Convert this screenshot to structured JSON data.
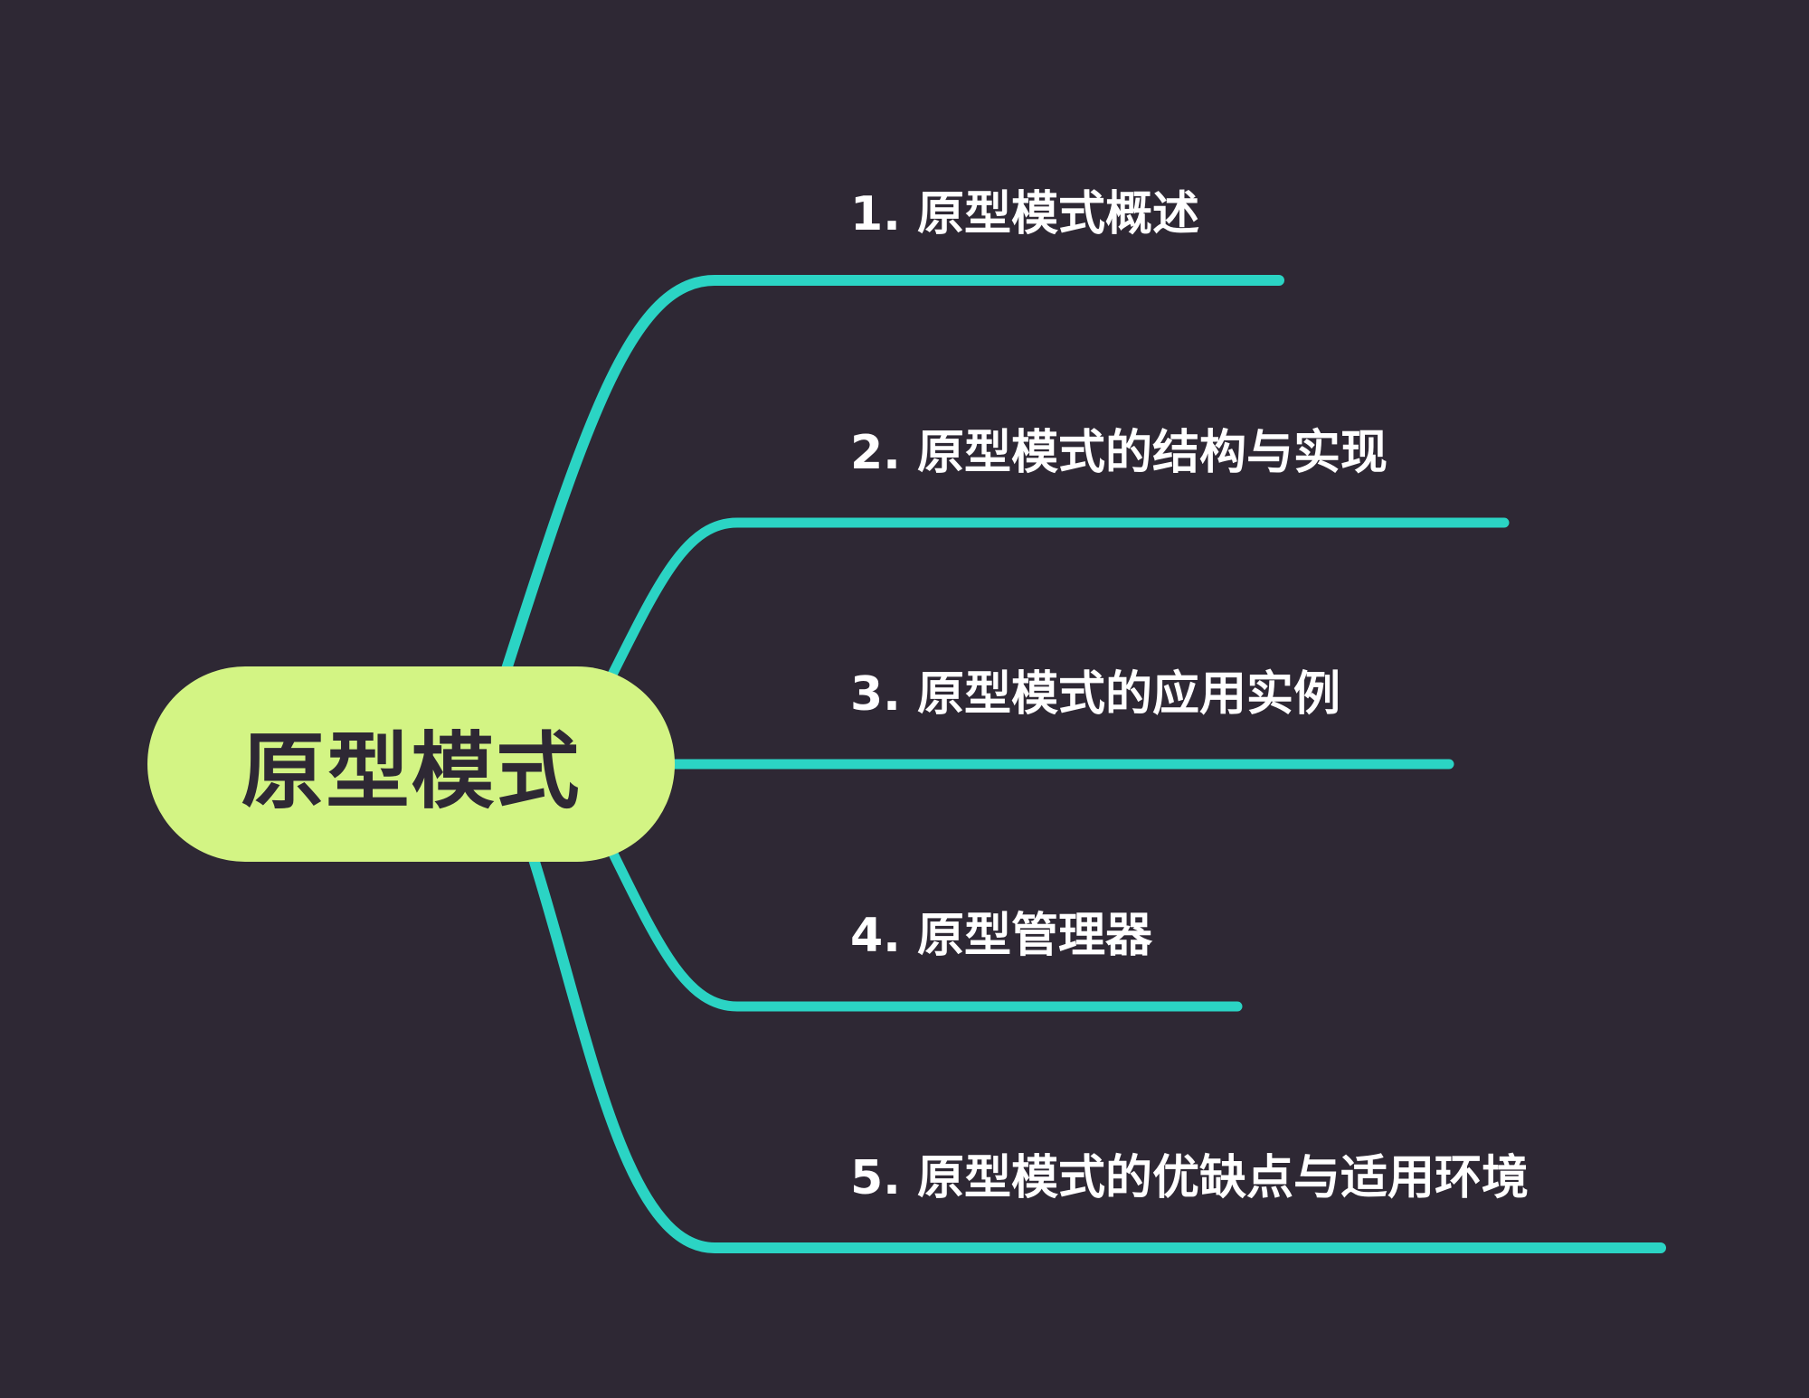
{
  "colors": {
    "background": "#2e2834",
    "root_fill": "#d3f484",
    "root_text": "#2e2834",
    "branch_line": "#2bd4c4",
    "branch_text": "#ffffff"
  },
  "mindmap": {
    "root": {
      "label": "原型模式"
    },
    "branches": [
      {
        "label": "1. 原型模式概述"
      },
      {
        "label": "2. 原型模式的结构与实现"
      },
      {
        "label": "3. 原型模式的应用实例"
      },
      {
        "label": "4. 原型管理器"
      },
      {
        "label": "5. 原型模式的优缺点与适用环境"
      }
    ]
  }
}
